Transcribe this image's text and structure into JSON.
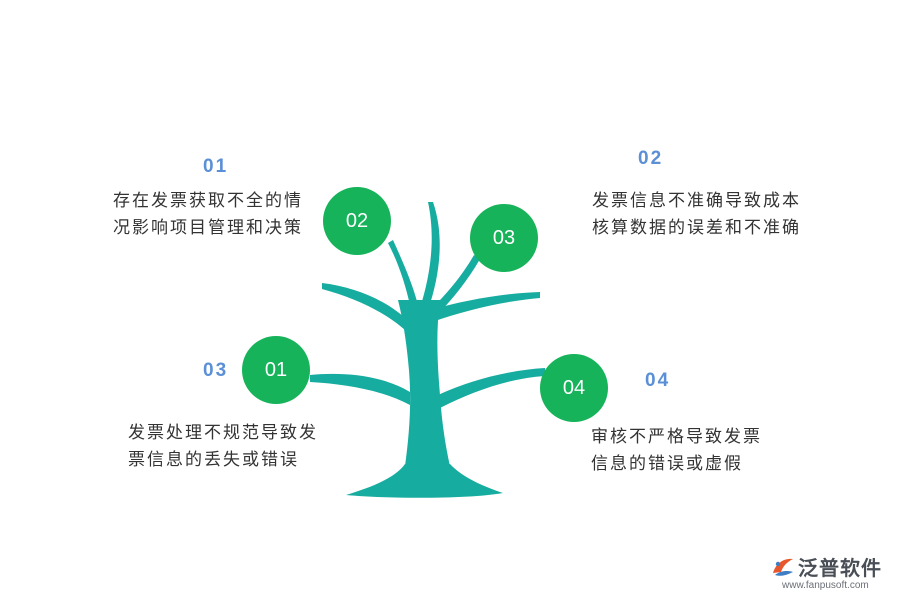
{
  "colors": {
    "trunk": "#17aca0",
    "circle": "#16b35a",
    "number": "#5b8fd6",
    "text": "#333333"
  },
  "circles": [
    "02",
    "03",
    "01",
    "04"
  ],
  "items": [
    {
      "num": "01",
      "lines": [
        "存在发票获取不全的情",
        "况影响项目管理和决策"
      ]
    },
    {
      "num": "02",
      "lines": [
        "发票信息不准确导致成本",
        "核算数据的误差和不准确"
      ]
    },
    {
      "num": "03",
      "lines": [
        "发票处理不规范导致发",
        "票信息的丢失或错误"
      ]
    },
    {
      "num": "04",
      "lines": [
        "审核不严格导致发票",
        "信息的错误或虚假"
      ]
    }
  ],
  "logo": {
    "icon": "fanpu-logo-icon",
    "name": "泛普软件",
    "url": "www.fanpusoft.com"
  }
}
